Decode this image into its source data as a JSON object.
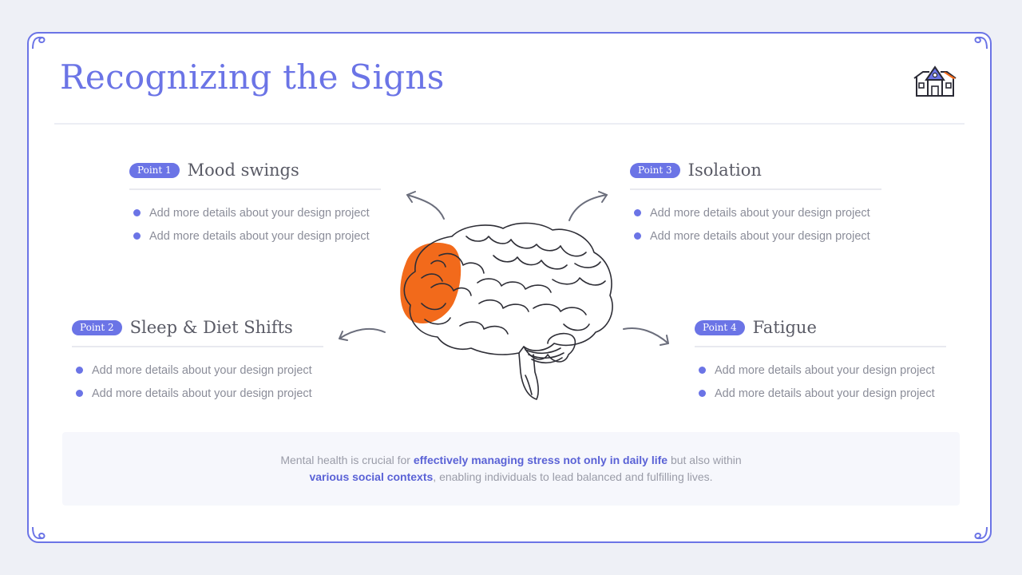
{
  "title": "Recognizing the Signs",
  "logo_icon": "school-building-icon",
  "accent_color": "#6b74e6",
  "highlight_color": "#f26a1b",
  "points": [
    {
      "badge": "Point 1",
      "title": "Mood swings",
      "items": [
        "Add more details about your design project",
        "Add more details about your design project"
      ]
    },
    {
      "badge": "Point 2",
      "title": "Sleep & Diet Shifts",
      "items": [
        "Add more details about your design project",
        "Add more details about your design project"
      ]
    },
    {
      "badge": "Point 3",
      "title": "Isolation",
      "items": [
        "Add more details about your design project",
        "Add more details about your design project"
      ]
    },
    {
      "badge": "Point 4",
      "title": "Fatigue",
      "items": [
        "Add more details about your design project",
        "Add more details about your design project"
      ]
    }
  ],
  "center_icon": "brain-illustration",
  "footer": {
    "part1": "Mental health is crucial for ",
    "bold1": "effectively managing stress not only in daily life",
    "part2": " but also within ",
    "bold2": "various social contexts",
    "part3": ", enabling individuals to lead balanced and fulfilling lives."
  }
}
